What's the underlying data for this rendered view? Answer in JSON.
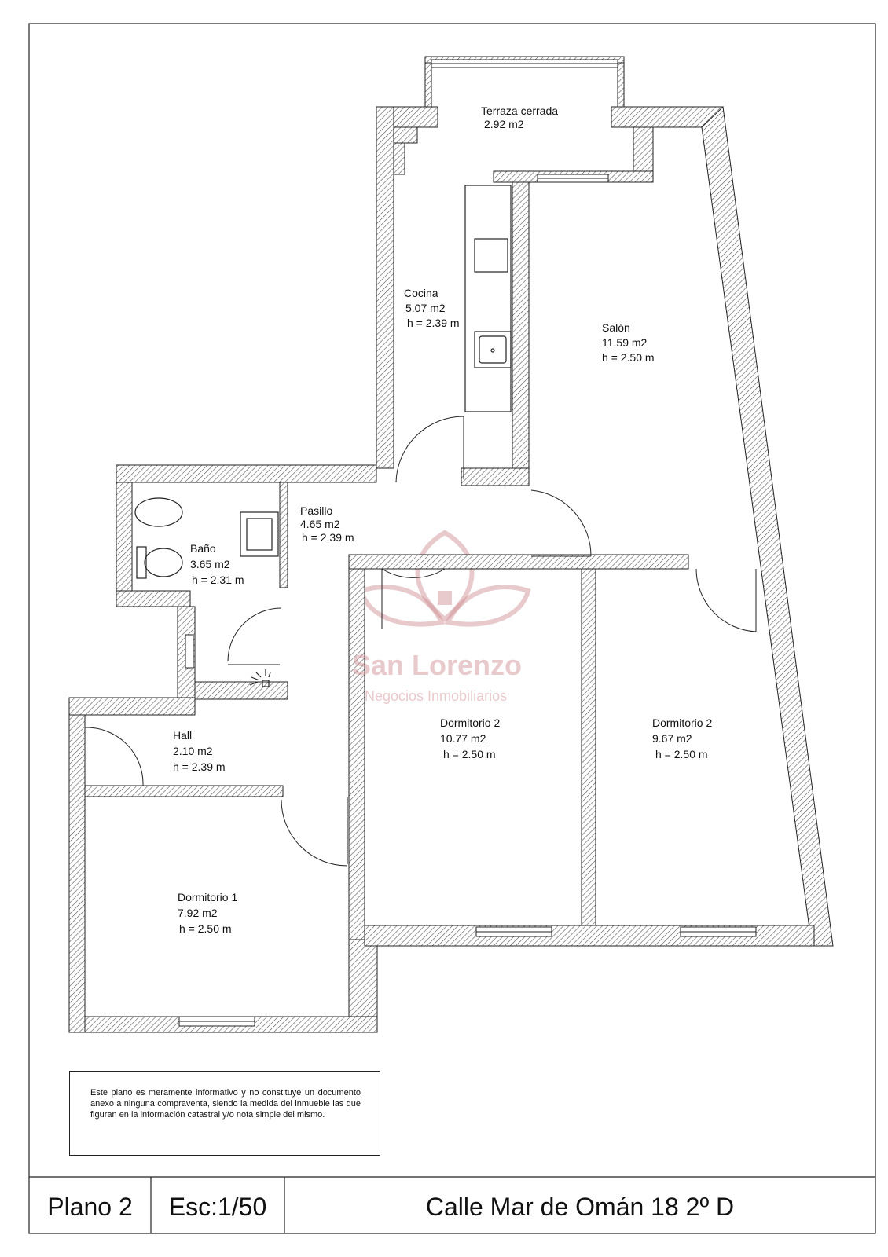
{
  "rooms": {
    "terraza": {
      "name": "Terraza cerrada",
      "area": "2.92 m2"
    },
    "cocina": {
      "name": "Cocina",
      "area": "5.07 m2",
      "height": "h = 2.39 m"
    },
    "salon": {
      "name": "Salón",
      "area": "11.59 m2",
      "height": "h = 2.50 m"
    },
    "pasillo": {
      "name": "Pasillo",
      "area": "4.65 m2",
      "height": "h = 2.39 m"
    },
    "bano": {
      "name": "Baño",
      "area": "3.65 m2",
      "height": "h = 2.31 m"
    },
    "hall": {
      "name": "Hall",
      "area": "2.10 m2",
      "height": "h = 2.39 m"
    },
    "dormitorio_2a": {
      "name": "Dormitorio 2",
      "area": "10.77 m2",
      "height": "h = 2.50 m"
    },
    "dormitorio_2b": {
      "name": "Dormitorio 2",
      "area": "9.67 m2",
      "height": "h = 2.50 m"
    },
    "dormitorio_1": {
      "name": "Dormitorio 1",
      "area": "7.92 m2",
      "height": "h = 2.50 m"
    }
  },
  "watermark": {
    "name": "San Lorenzo",
    "tagline": "Negocios Inmobiliarios"
  },
  "disclaimer": "Este plano es meramente informativo y no constituye un documento anexo a ninguna compraventa, siendo la medida del inmueble las que figuran en la información catastral y/o nota simple del mismo.",
  "title_block": {
    "plan": "Plano 2",
    "scale": "Esc:1/50",
    "address": "Calle Mar de Omán 18 2º D"
  },
  "colors": {
    "wall_hatch": "#555555",
    "watermark": "#cd8a8f"
  }
}
